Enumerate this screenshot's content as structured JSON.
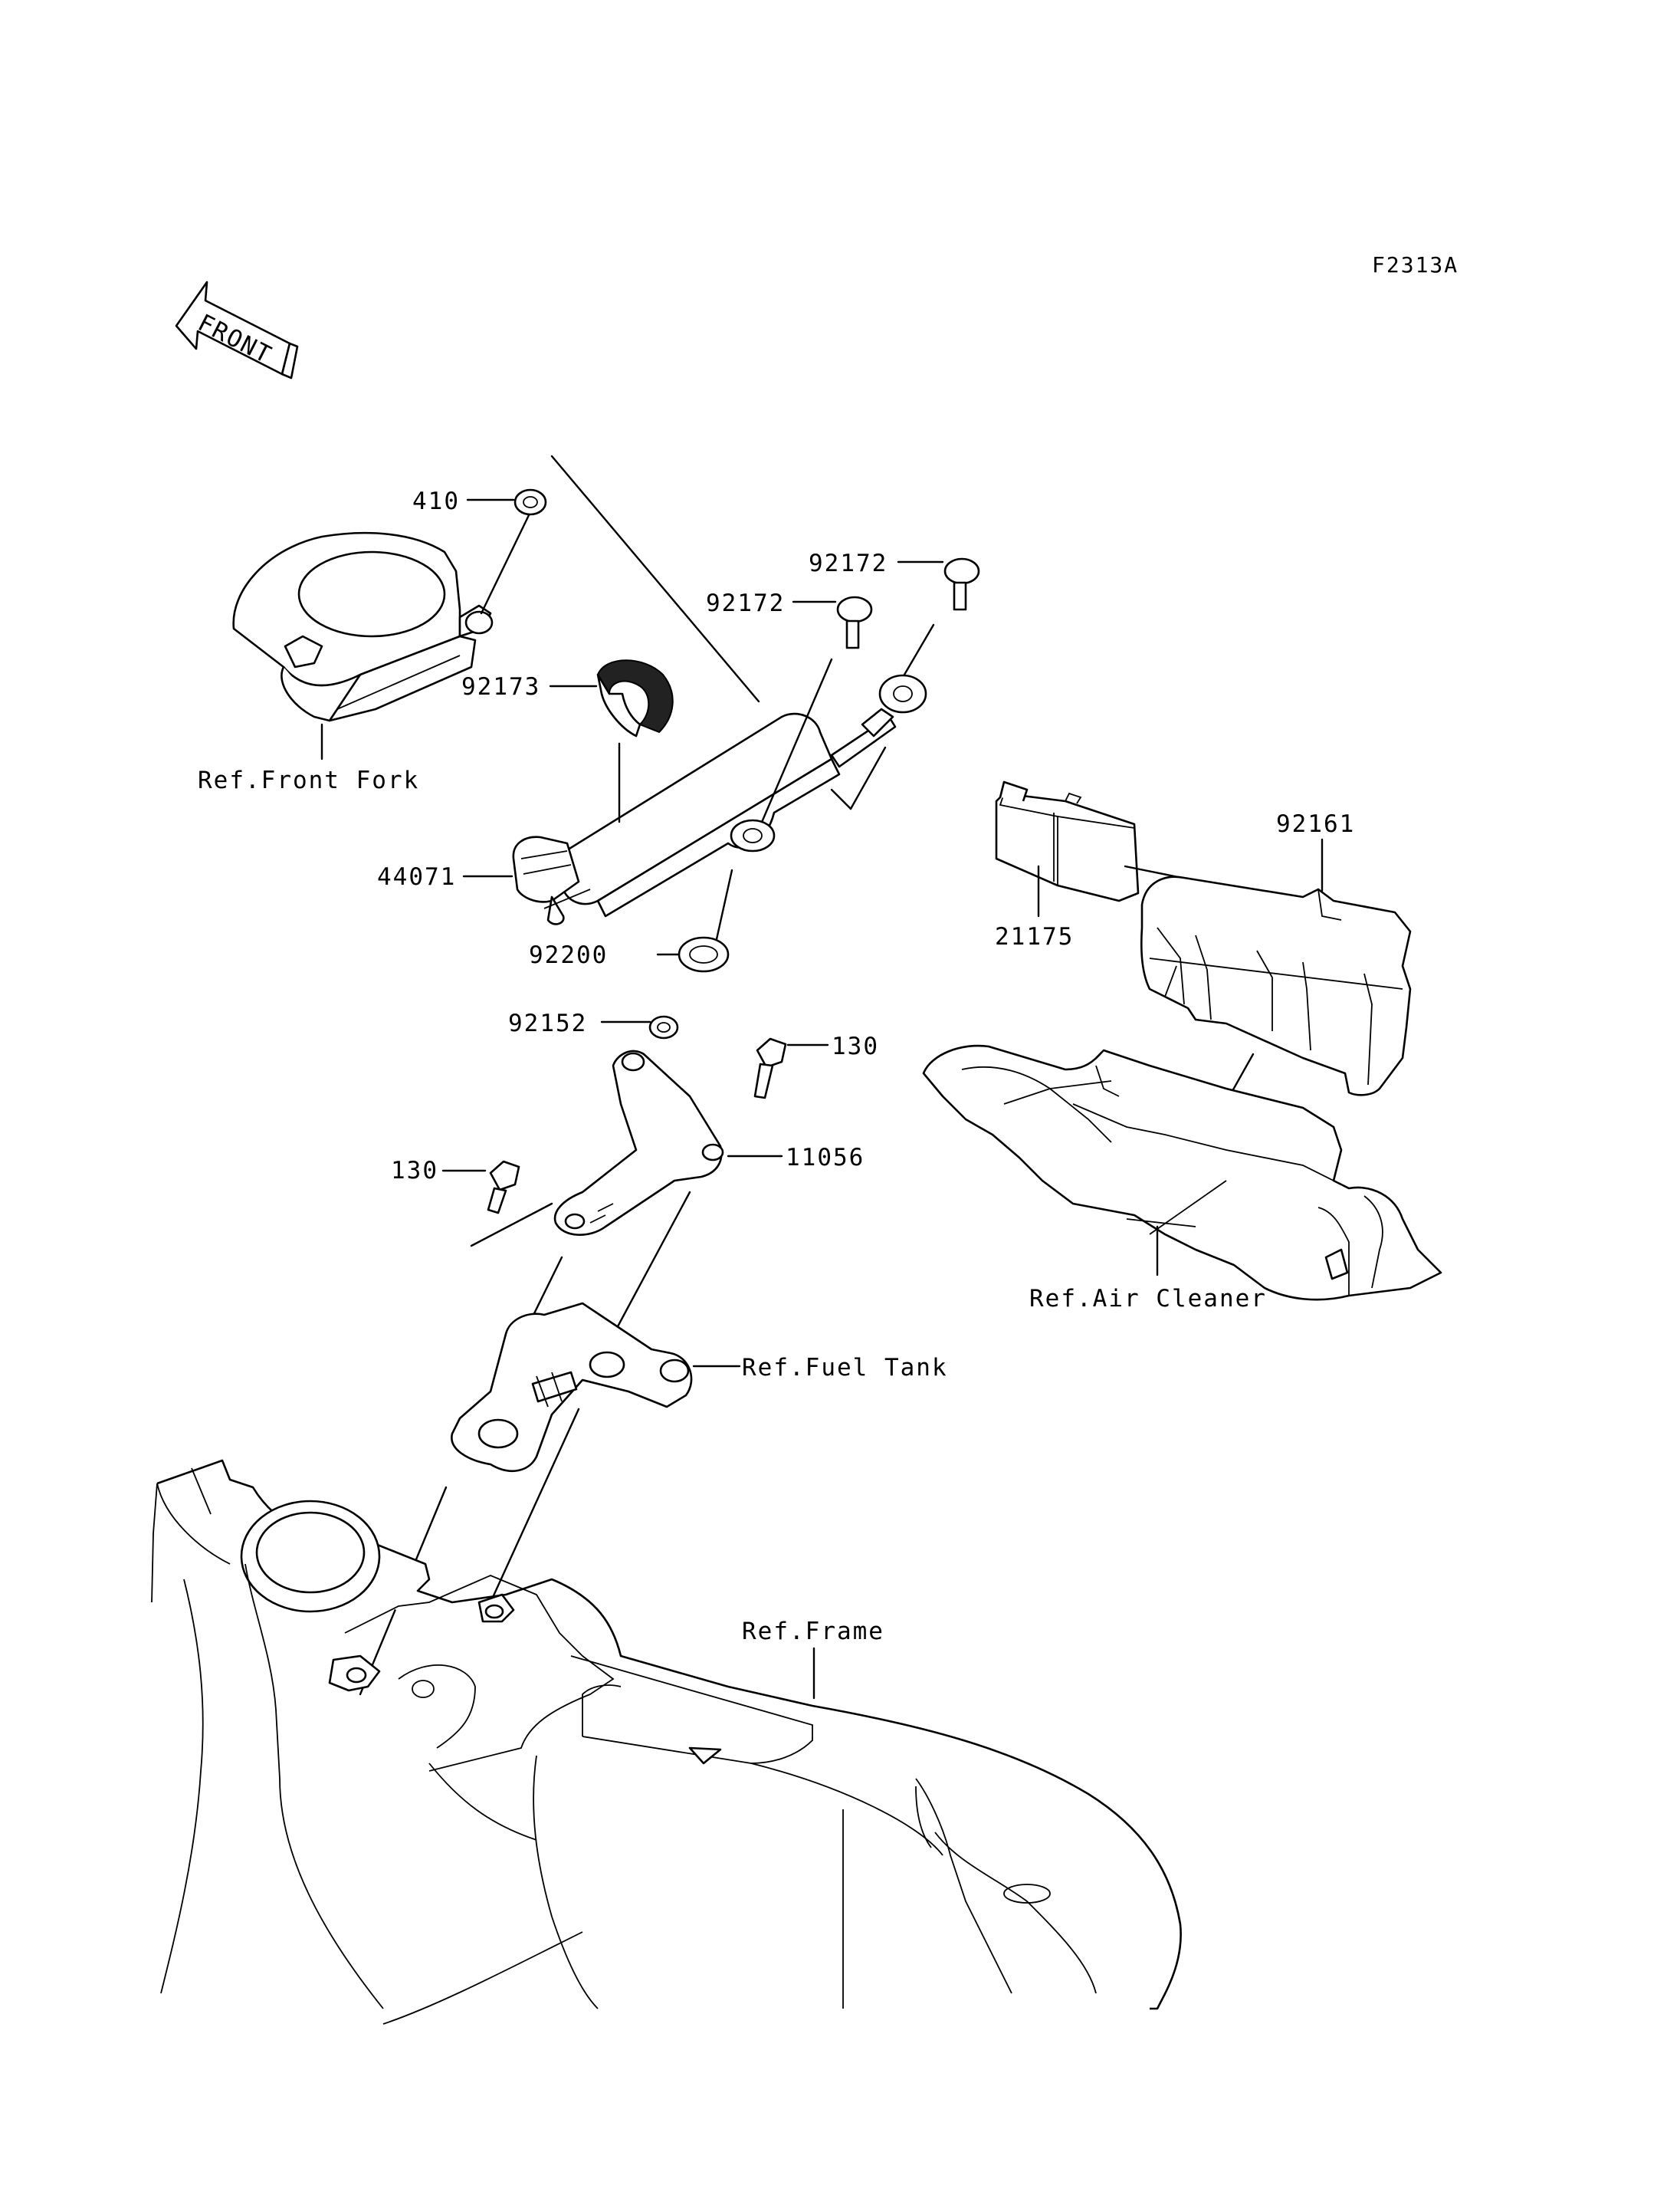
{
  "diagram_code": "F2313A",
  "front_arrow_text": "FRONT",
  "parts": {
    "p410": "410",
    "p92172_a": "92172",
    "p92172_b": "92172",
    "p92173": "92173",
    "p44071": "44071",
    "p92200": "92200",
    "p92152": "92152",
    "p130_a": "130",
    "p130_b": "130",
    "p11056": "11056",
    "p21175": "21175",
    "p92161": "92161"
  },
  "refs": {
    "front_fork": "Ref.Front Fork",
    "air_cleaner": "Ref.Air Cleaner",
    "fuel_tank": "Ref.Fuel Tank",
    "frame": "Ref.Frame"
  }
}
